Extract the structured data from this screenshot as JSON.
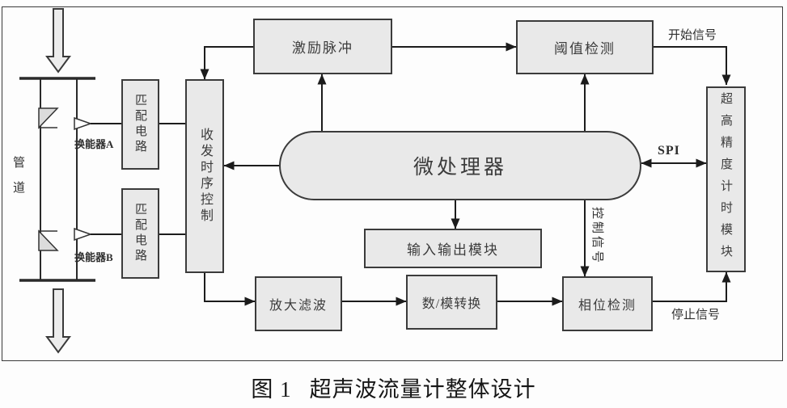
{
  "figure": {
    "caption_prefix": "图 1",
    "caption_title": "超声波流量计整体设计"
  },
  "pipe": {
    "label": "管道",
    "transducer_a": "换能器A",
    "transducer_b": "换能器B"
  },
  "nodes": {
    "matching_a": "匹配电路",
    "matching_b": "匹配电路",
    "timing_control": "收发时序控制",
    "excitation_pulse": "激励脉冲",
    "threshold_detect": "阈值检测",
    "microprocessor": "微处理器",
    "io_module": "输入输出模块",
    "amplify_filter": "放大滤波",
    "da_convert": "数/模转换",
    "phase_detect": "相位检测",
    "timer_module": "超高精度计时模块"
  },
  "signals": {
    "start": "开始信号",
    "stop": "停止信号",
    "spi": "SPI",
    "control": "控制信号"
  },
  "colors": {
    "box_fill": "#e9e9e9",
    "box_border": "#3b3b3b",
    "line": "#1c1c1c",
    "arrow_fill": "#ececec"
  }
}
